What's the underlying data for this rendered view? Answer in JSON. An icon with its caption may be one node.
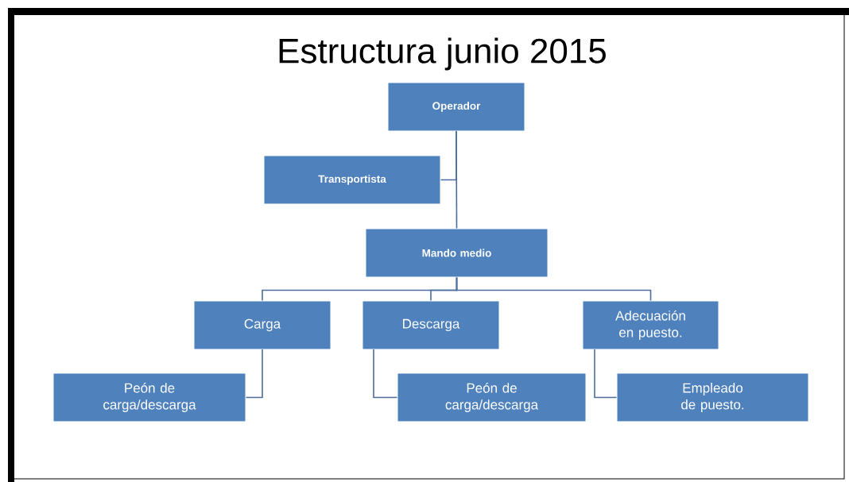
{
  "diagram": {
    "title": "Estructura junio 2015",
    "nodes": [
      {
        "text": [
          "Operador"
        ]
      },
      {
        "text": [
          "Transportista"
        ]
      },
      {
        "text": [
          "Mando medio"
        ]
      },
      {
        "text": [
          "Carga"
        ]
      },
      {
        "text": [
          "Descarga"
        ]
      },
      {
        "text": [
          "Adecuación en puesto."
        ]
      },
      {
        "text": [
          "Peón de carga/descarga"
        ]
      },
      {
        "text": [
          "Peón de carga/descarga"
        ]
      },
      {
        "text": [
          "Empleado de puesto."
        ]
      }
    ],
    "edges": [
      {
        "from": 0,
        "to": 2,
        "arrow": "none"
      },
      {
        "from": 0,
        "to": 1,
        "arrow": "none"
      },
      {
        "from": 2,
        "to": 3,
        "arrow": "none"
      },
      {
        "from": 2,
        "to": 4,
        "arrow": "none"
      },
      {
        "from": 2,
        "to": 5,
        "arrow": "none"
      },
      {
        "from": 3,
        "to": 6,
        "arrow": "none"
      },
      {
        "from": 4,
        "to": 7,
        "arrow": "none"
      },
      {
        "from": 5,
        "to": 8,
        "arrow": "none"
      }
    ]
  }
}
